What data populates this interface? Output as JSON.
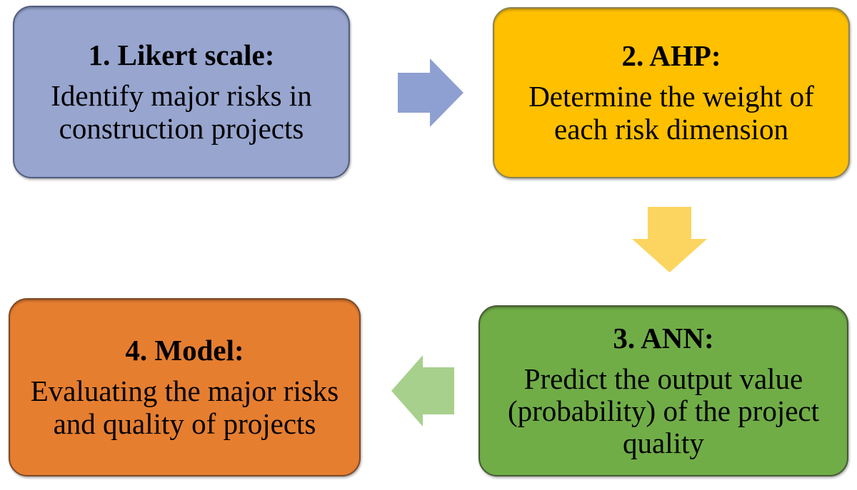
{
  "figure": {
    "type": "flowchart",
    "background": "#FFFFFF",
    "text_color": "#000000"
  },
  "steps": [
    {
      "number": 1,
      "title": "1. Likert scale:",
      "body_lines": [
        "Identify major risks in",
        "construction projects"
      ],
      "fill": "#97A5CF",
      "border": "#505E80"
    },
    {
      "number": 2,
      "title": "2. AHP:",
      "body_lines": [
        "Determine the weight of",
        "each risk dimension"
      ],
      "fill": "#FFC000",
      "border": "#8A8455"
    },
    {
      "number": 3,
      "title": "3. ANN:",
      "body_lines": [
        "Predict the output value",
        "(probability) of the project",
        "quality"
      ],
      "fill": "#70AD47",
      "border": "#485A36"
    },
    {
      "number": 4,
      "title": "4. Model:",
      "body_lines": [
        "Evaluating the major risks",
        "and quality of projects"
      ],
      "fill": "#E67E30",
      "border": "#7E4A26"
    }
  ],
  "arrows": [
    {
      "from_step": 1,
      "to_step": 2,
      "direction": "right",
      "color": "#8E9FD1"
    },
    {
      "from_step": 2,
      "to_step": 3,
      "direction": "down",
      "color": "#FBD55F"
    },
    {
      "from_step": 3,
      "to_step": 4,
      "direction": "left",
      "color": "#A8D08D"
    }
  ]
}
